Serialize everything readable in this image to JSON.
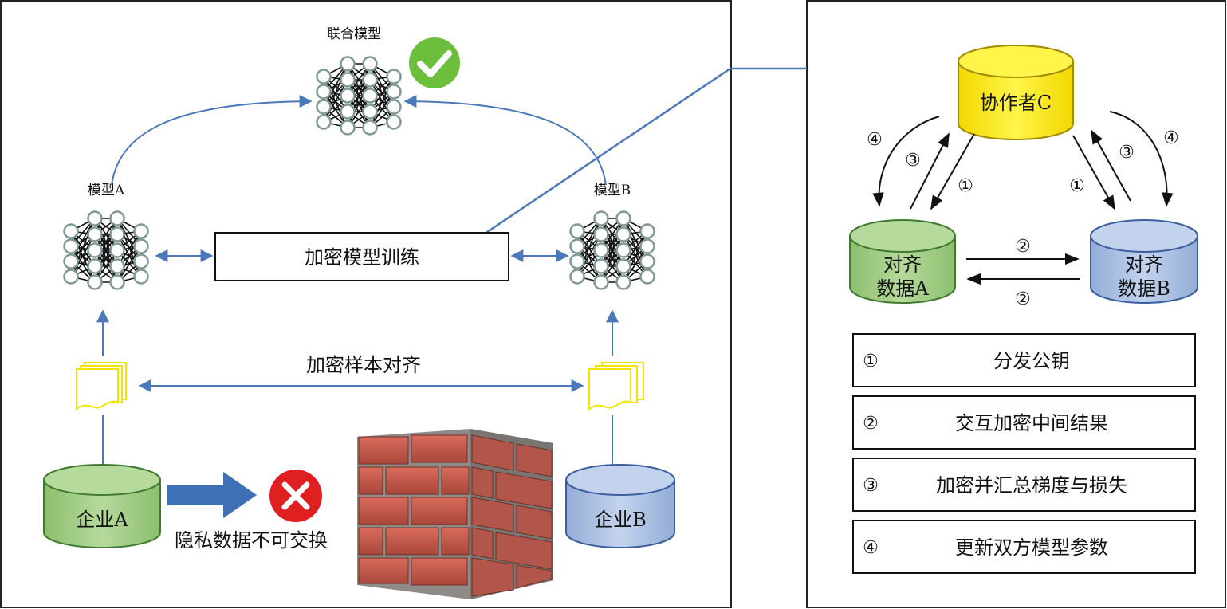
{
  "left_panel": {
    "joint_model_label": "联合模型",
    "model_a_label": "模型A",
    "model_b_label": "模型B",
    "encrypted_training_label": "加密模型训练",
    "sample_alignment_label": "加密样本对齐",
    "enterprise_a_label": "企业A",
    "enterprise_b_label": "企业B",
    "privacy_note": "隐私数据不可交换"
  },
  "right_panel": {
    "collaborator": "协作者C",
    "aligned_a_line1": "对齐",
    "aligned_a_line2": "数据A",
    "aligned_b_line1": "对齐",
    "aligned_b_line2": "数据B",
    "step_markers": {
      "s1": "①",
      "s2": "②",
      "s3": "③",
      "s4": "④"
    },
    "legend": [
      {
        "num": "①",
        "text": "分发公钥"
      },
      {
        "num": "②",
        "text": "交互加密中间结果"
      },
      {
        "num": "③",
        "text": "加密并汇总梯度与损失"
      },
      {
        "num": "④",
        "text": "更新双方模型参数"
      }
    ]
  },
  "colors": {
    "arrow_blue": "#4a78b8",
    "db_green": "#a9d08e",
    "db_blue": "#b4c7e7",
    "db_yellow": "#ffe600",
    "check_green": "#6cbf3c",
    "cross_red": "#e02020",
    "brick_red": "#c8584a"
  }
}
